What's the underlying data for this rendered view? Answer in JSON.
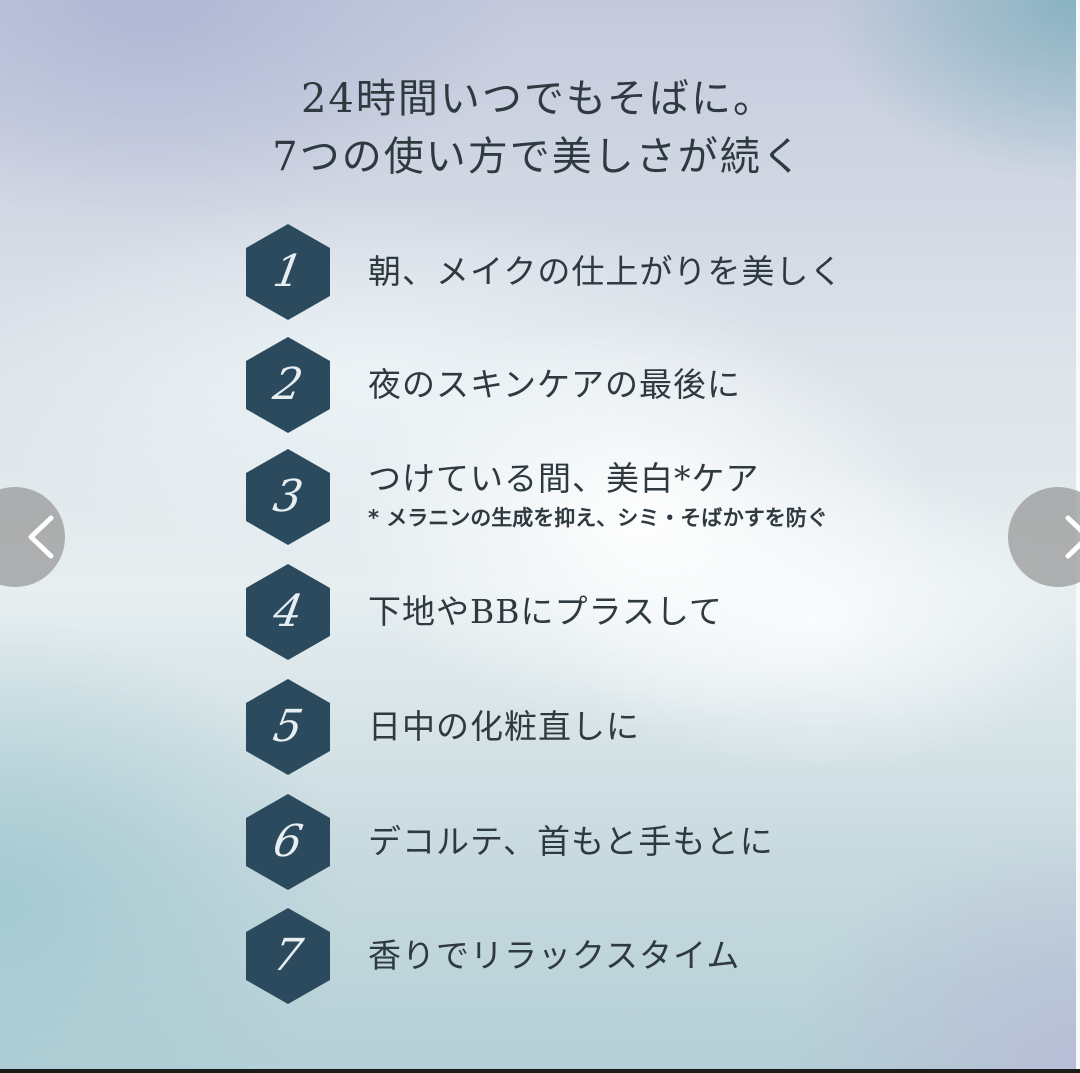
{
  "slide": {
    "headline": {
      "line1": "24時間いつでもそばに。",
      "line2": "7つの使い方で美しさが続く"
    },
    "items": [
      {
        "number": "1",
        "text": "朝、メイクの仕上がりを美しく"
      },
      {
        "number": "2",
        "text": "夜のスキンケアの最後に"
      },
      {
        "number": "3",
        "text": "つけている間、美白*ケア",
        "note": "* メラニンの生成を抑え、シミ・そばかすを防ぐ"
      },
      {
        "number": "4",
        "text": "下地やBBにプラスして"
      },
      {
        "number": "5",
        "text": "日中の化粧直しに"
      },
      {
        "number": "6",
        "text": "デコルテ、首もと手もとに"
      },
      {
        "number": "7",
        "text": "香りでリラックスタイム"
      }
    ],
    "colors": {
      "hexagon": "#2c4a5e",
      "text": "#2f3a40",
      "nav_button": "#969696"
    }
  },
  "carousel": {
    "prev_icon": "chevron-left-icon",
    "next_icon": "chevron-right-icon"
  }
}
